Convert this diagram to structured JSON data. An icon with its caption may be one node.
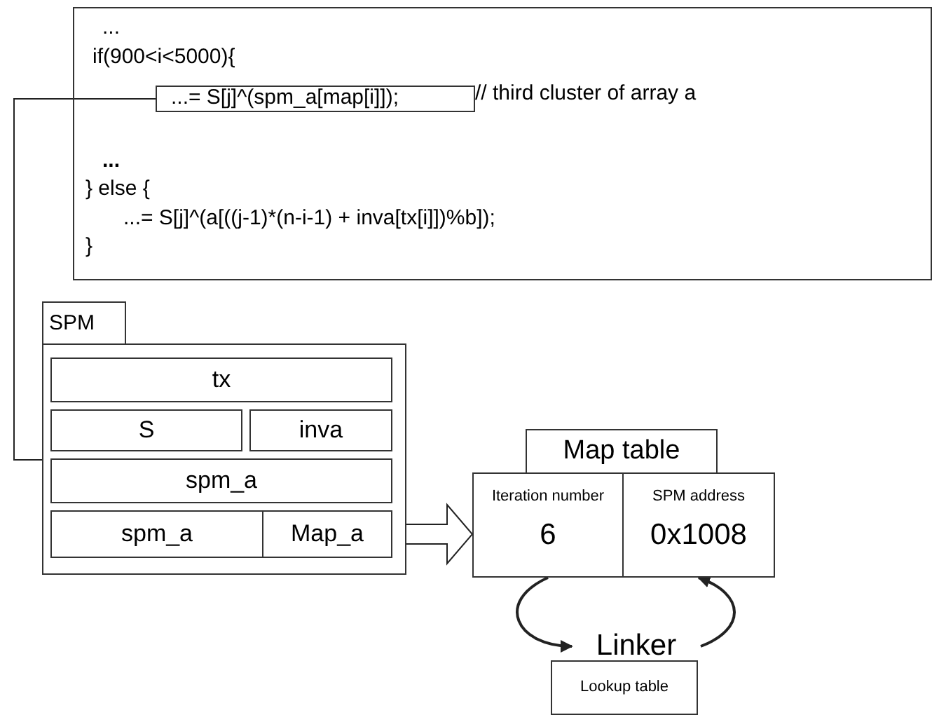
{
  "diagram": {
    "nodes": [
      {
        "text": [
          "...",
          "if(900<i<5000){",
          "// third cluster of array a",
          "...",
          "} else {",
          "...= S[j]^(a[((j-1)*(n-i-1) + inva[tx[i]])%b]);",
          "}"
        ]
      },
      {
        "text": [
          "...= S[j]^(spm_a[map[i]]);"
        ],
        "in": 0
      },
      {
        "text": [
          "SPM"
        ]
      },
      {
        "text": [
          "tx"
        ],
        "in": 2
      },
      {
        "text": [
          "S"
        ],
        "in": 2
      },
      {
        "text": [
          "inva"
        ],
        "in": 2
      },
      {
        "text": [
          "spm_a"
        ],
        "in": 2
      },
      {
        "text": [
          "spm_a"
        ],
        "in": 2
      },
      {
        "text": [
          "Map_a"
        ],
        "in": 2
      },
      {
        "text": [
          "Map table"
        ]
      },
      {
        "text": [
          "Iteration number",
          "6"
        ]
      },
      {
        "text": [
          "SPM address",
          "0x1008"
        ]
      },
      {
        "text": [
          "Linker"
        ]
      },
      {
        "text": [
          "Lookup table"
        ]
      }
    ],
    "edges": [
      {
        "from": 1,
        "to": 2,
        "arrow": "none"
      },
      {
        "from": 8,
        "to": 10,
        "arrow": "to"
      },
      {
        "from": 10,
        "to": 12,
        "arrow": "to"
      },
      {
        "from": 12,
        "to": 11,
        "arrow": "to"
      }
    ]
  }
}
